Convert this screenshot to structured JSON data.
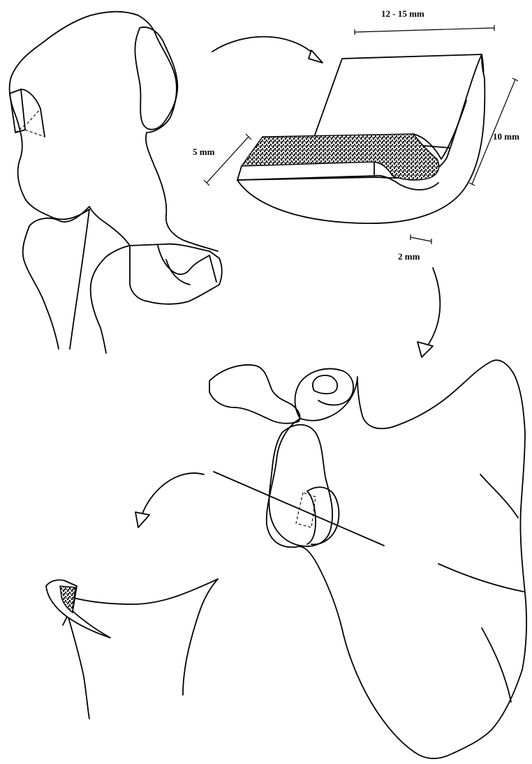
{
  "labels": {
    "width_range": "12 - 15 mm",
    "thickness": "5 mm",
    "depth": "10 mm",
    "cartilage": "2 mm"
  },
  "colors": {
    "ink": "#000000",
    "paper": "#ffffff"
  }
}
